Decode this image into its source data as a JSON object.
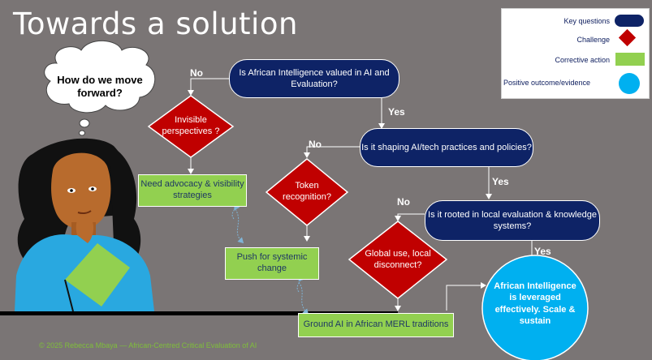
{
  "title": "Towards a solution",
  "thought": "How do we move forward?",
  "legend": [
    {
      "label": "Key questions",
      "color": "#0e2366"
    },
    {
      "label": "Challenge",
      "color": "#c00000"
    },
    {
      "label": "Corrective action",
      "color": "#92d050"
    },
    {
      "label": "Positive outcome/evidence",
      "color": "#00b0f0"
    }
  ],
  "questions": {
    "q1": "Is African Intelligence valued in AI and Evaluation?",
    "q2": "Is it shaping AI/tech practices and policies?",
    "q3": "Is it rooted in local evaluation & knowledge systems?"
  },
  "challenges": {
    "c1": "Invisible perspectives ?",
    "c2": "Token recognition?",
    "c3": "Global use, local disconnect?"
  },
  "actions": {
    "a1": "Need advocacy & visibility strategies",
    "a2": "Push for systemic change",
    "a3": "Ground AI in African MERL traditions"
  },
  "outcome": "African Intelligence is leveraged effectively. Scale & sustain",
  "labels": {
    "no": "No",
    "yes": "Yes"
  },
  "footer": "© 2025 Rebecca Mbaya — African-Centred Critical Evaluation of AI"
}
